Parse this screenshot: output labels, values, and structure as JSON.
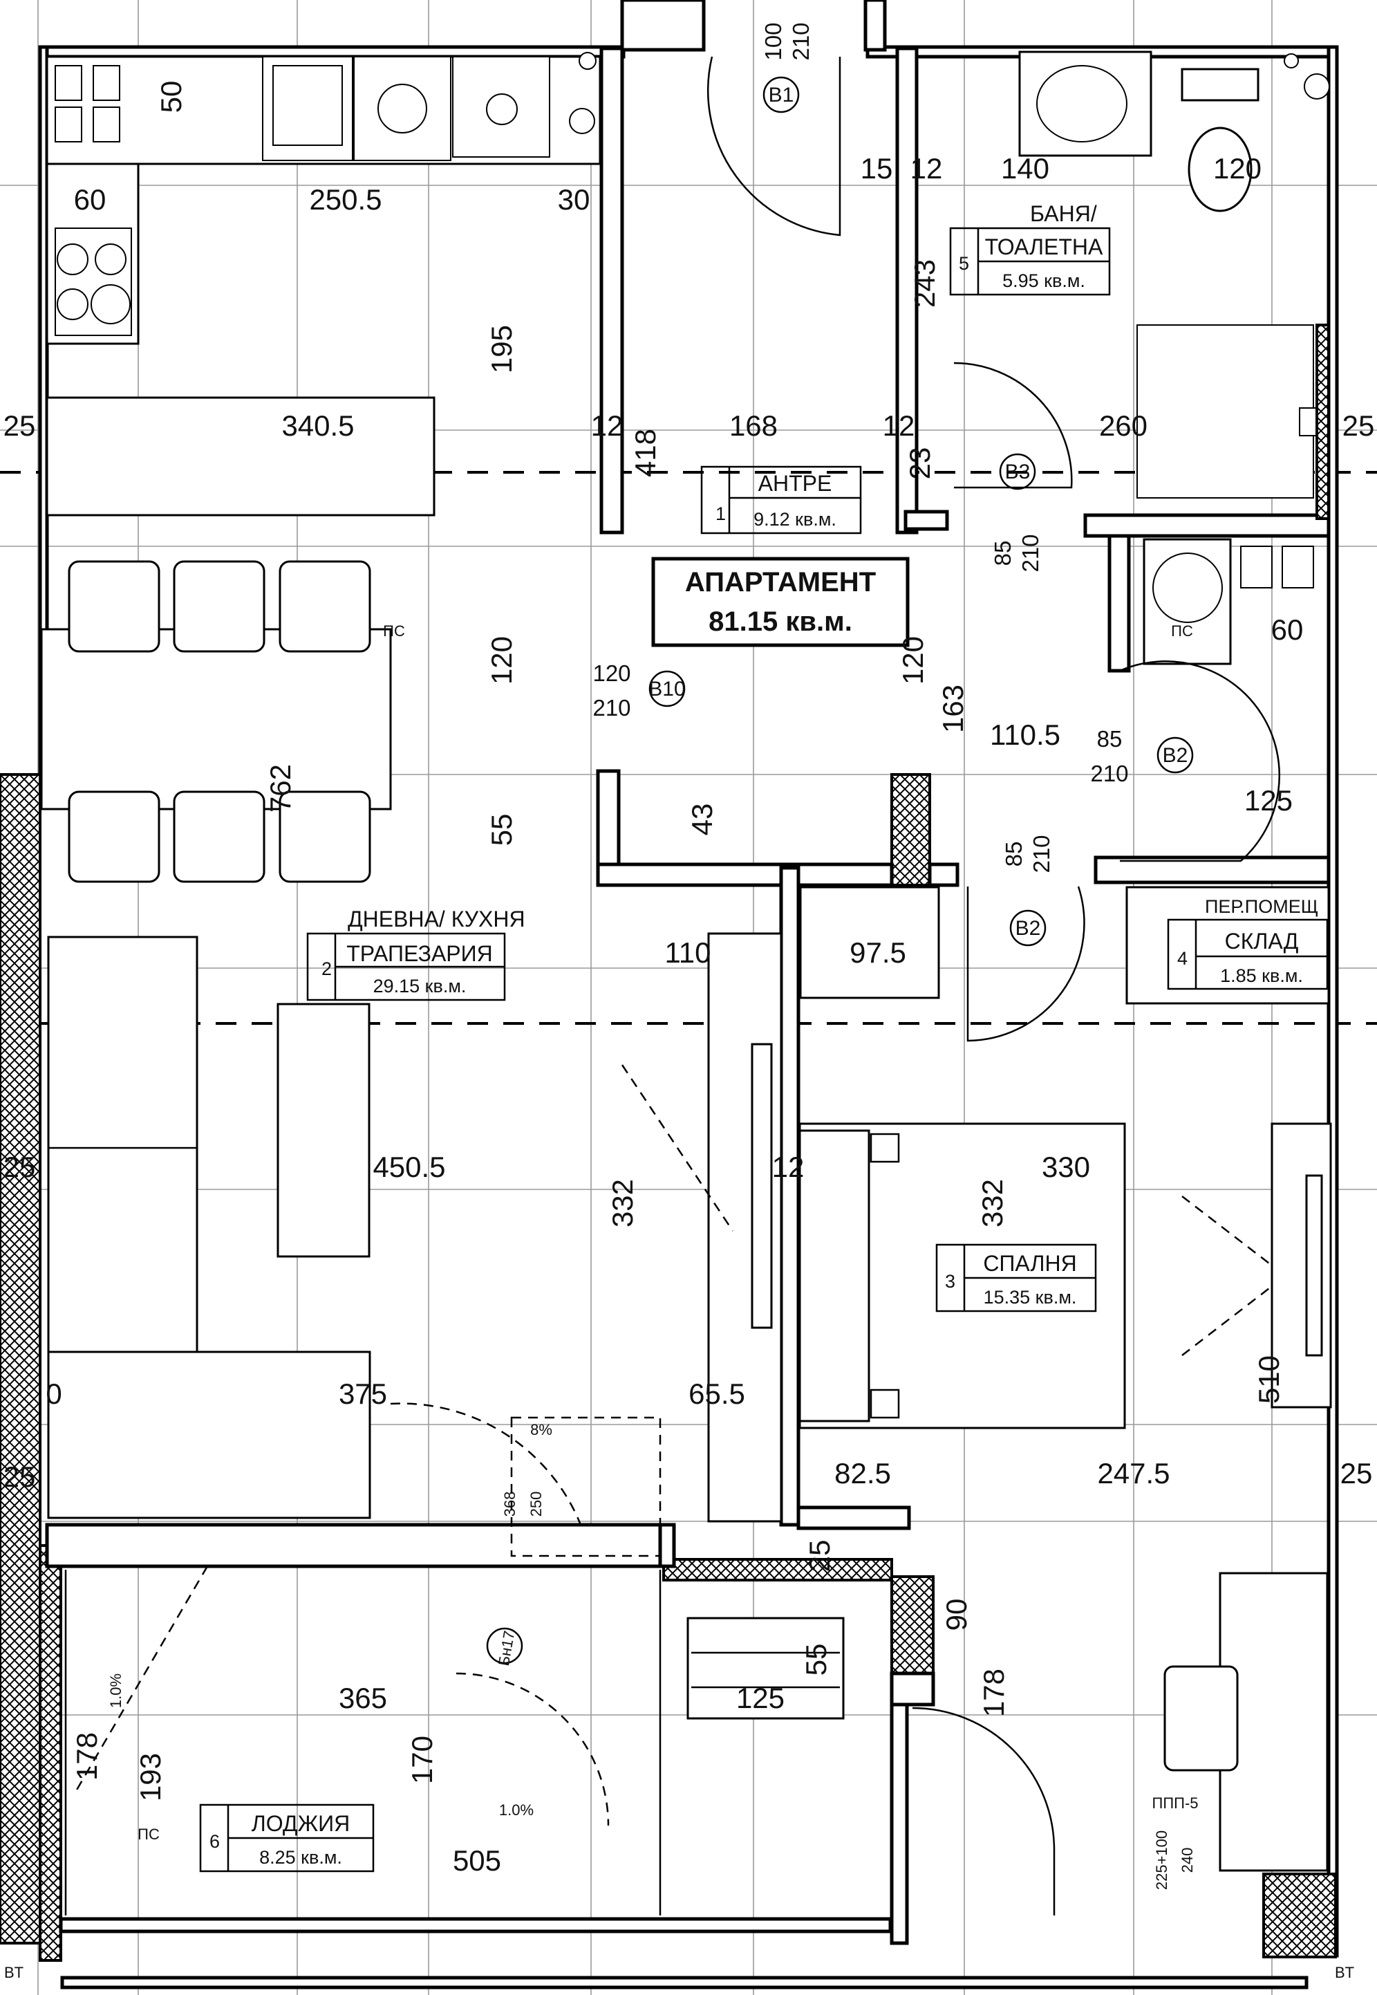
{
  "apartment": {
    "label": "АПАРТАМЕНТ",
    "area": "81.15 кв.м."
  },
  "rooms": [
    {
      "num": "1",
      "name": "АНТРЕ",
      "area": "9.12 кв.м."
    },
    {
      "num": "2",
      "name_line1": "ДНЕВНА/ КУХНЯ",
      "name_line2": "ТРАПЕЗАРИЯ",
      "area": "29.15 кв.м."
    },
    {
      "num": "3",
      "name": "СПАЛНЯ",
      "area": "15.35 кв.м."
    },
    {
      "num": "4",
      "name_line1": "ПЕР.ПОМЕЩ",
      "name_line2": "СКЛАД",
      "area": "1.85 кв.м."
    },
    {
      "num": "5",
      "name_line1": "БАНЯ/",
      "name_line2": "ТОАЛЕТНА",
      "area": "5.95 кв.м."
    },
    {
      "num": "6",
      "name": "ЛОДЖИЯ",
      "area": "8.25 кв.м."
    }
  ],
  "doors": {
    "b1": {
      "tag": "B1",
      "w": "100",
      "h": "210"
    },
    "b3": {
      "tag": "B3",
      "w": "85",
      "h": "210"
    },
    "b10": {
      "tag": "B10",
      "w": "120",
      "h": "210"
    },
    "b2a": {
      "tag": "B2",
      "w": "85",
      "h": "210"
    },
    "b2b": {
      "tag": "B2",
      "w": "85",
      "h": "210"
    },
    "bn17": {
      "tag": "Бн17"
    }
  },
  "dims": {
    "k50": "50",
    "k60": "60",
    "k250": "250.5",
    "k30": "30",
    "k195": "195",
    "k3405": "340.5",
    "a25": "25",
    "a12": "12",
    "a418": "418",
    "a168": "168",
    "a12b": "12",
    "a23": "23",
    "a260": "260",
    "a25b": "25",
    "b15": "15",
    "b12": "12",
    "b140": "140",
    "b120": "120",
    "b243": "243",
    "b60": "60",
    "m120": "120",
    "m762": "762",
    "m55": "55",
    "m43": "43",
    "m120b": "120",
    "m163": "163",
    "m1105": "110.5",
    "m125": "125",
    "c110": "110",
    "c975": "97.5",
    "l4505": "450.5",
    "l332": "332",
    "l12": "12",
    "l25": "25",
    "s330": "330",
    "s332": "332",
    "s510": "510",
    "l0": "0",
    "l375": "375",
    "l655": "65.5",
    "l25c": "25",
    "s825": "82.5",
    "s2475": "247.5",
    "s25": "25",
    "p8": "8%",
    "p368": "368",
    "p250": "250",
    "g25": "25",
    "g90": "90",
    "g55": "55",
    "g125": "125",
    "g178": "178",
    "lg365": "365",
    "lg178": "178",
    "lg193": "193",
    "lg170": "170",
    "lg10": "1.0%",
    "lg10b": "1.0%",
    "lg505": "505",
    "pc": "ПС",
    "pc2": "ПС",
    "pc3": "ПС",
    "ppp": "ППП-5",
    "ppp2": "225+100",
    "ppp3": "240",
    "bt1": "BT",
    "bt2": "BT"
  }
}
